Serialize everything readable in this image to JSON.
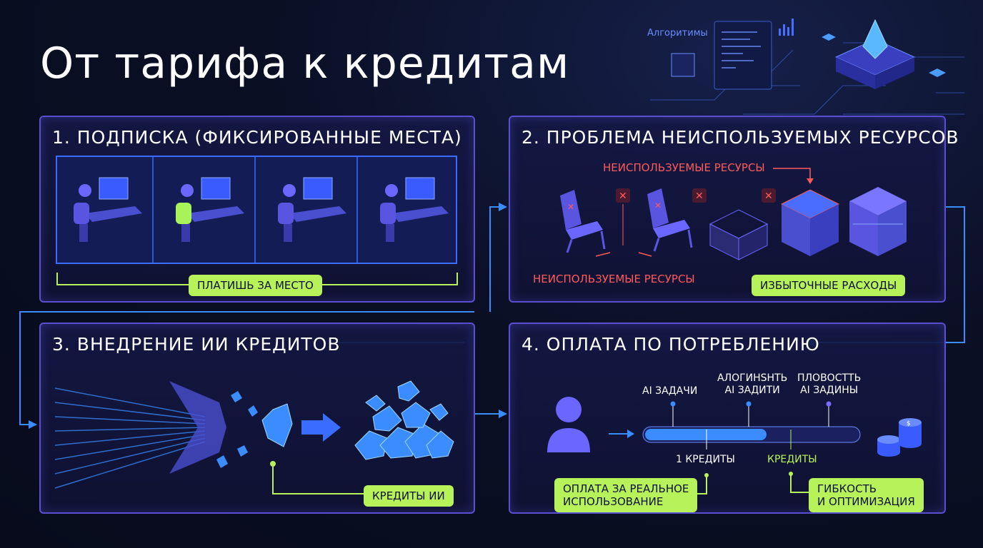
{
  "title": "От тарифа к кредитам",
  "deco": {
    "label": "Алгоритимы"
  },
  "panel1": {
    "title": "1. ПОДПИСКА (ФИКСИРОВАННЫЕ МЕСТА)",
    "pill": "ПЛАТИШЬ ЗА МЕСТО"
  },
  "panel2": {
    "title": "2. ПРОБЛЕМА НЕИСПОЛЬЗУЕМЫХ РЕСУРСОВ",
    "top_label": "НЕИСПОЛЬЗУЕМЫЕ РЕСУРСЫ",
    "bottom_label": "НЕИСПОЛЬЗУЕМЫЕ РЕСУРСЫ",
    "pill": "ИЗБЫТОЧНЫЕ РАСХОДЫ"
  },
  "panel3": {
    "title": "3. ВНЕДРЕНИЕ ИИ КРЕДИТОВ",
    "pill": "КРЕДИТЫ ИИ"
  },
  "panel4": {
    "title": "4. ОПЛАТА ПО ПОТРЕБЛЕНИЮ",
    "task1": "AI ЗАДАЧИ",
    "task2_line1": "АЛОГИНЅНТЬ",
    "task2_line2": "AI ЗАДИТИ",
    "task3_line1": "ПЛОВОСТТЬ",
    "task3_line2": "AI ЗАДИНЫ",
    "credits1": "1 КРЕДИТЫ",
    "credits2": "КРЕДИТЫ",
    "pill_left_line1": "ОПЛАТА ЗА РЕАЛЬНОЕ",
    "pill_left_line2": "ИСПОЛЬЗОВАНИЕ",
    "pill_right_line1": "ГИБКОСТЬ",
    "pill_right_line2": "И ОПТИМИЗАЦИЯ",
    "usage_fill": 0.57
  },
  "colors": {
    "accent": "#5a4fd0",
    "green": "#b8f25a",
    "red": "#ff5a5a",
    "blue": "#3a8cff"
  }
}
